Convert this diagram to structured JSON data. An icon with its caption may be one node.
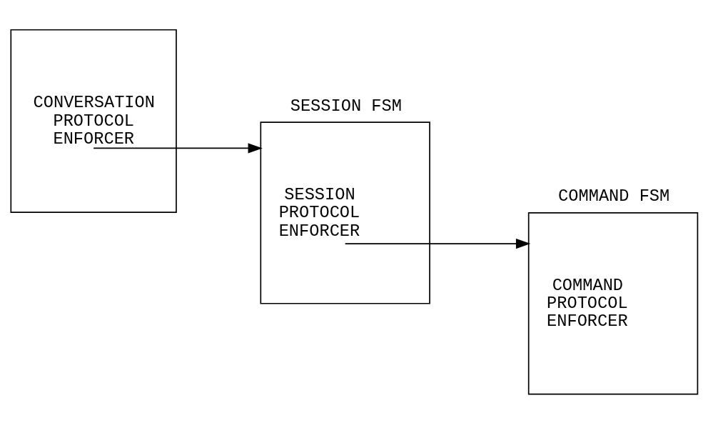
{
  "diagram": {
    "nodes": [
      {
        "text": [
          "CONVERSATION PROTOCOL ENFORCER"
        ]
      },
      {
        "text": [
          "SESSION FSM",
          "SESSION PROTOCOL ENFORCER"
        ]
      },
      {
        "text": [
          "COMMAND FSM",
          "COMMAND PROTOCOL ENFORCER"
        ]
      }
    ],
    "edges": [
      {
        "from": 0,
        "to": 1,
        "arrow": "to"
      },
      {
        "from": 1,
        "to": 2,
        "arrow": "to"
      }
    ]
  }
}
